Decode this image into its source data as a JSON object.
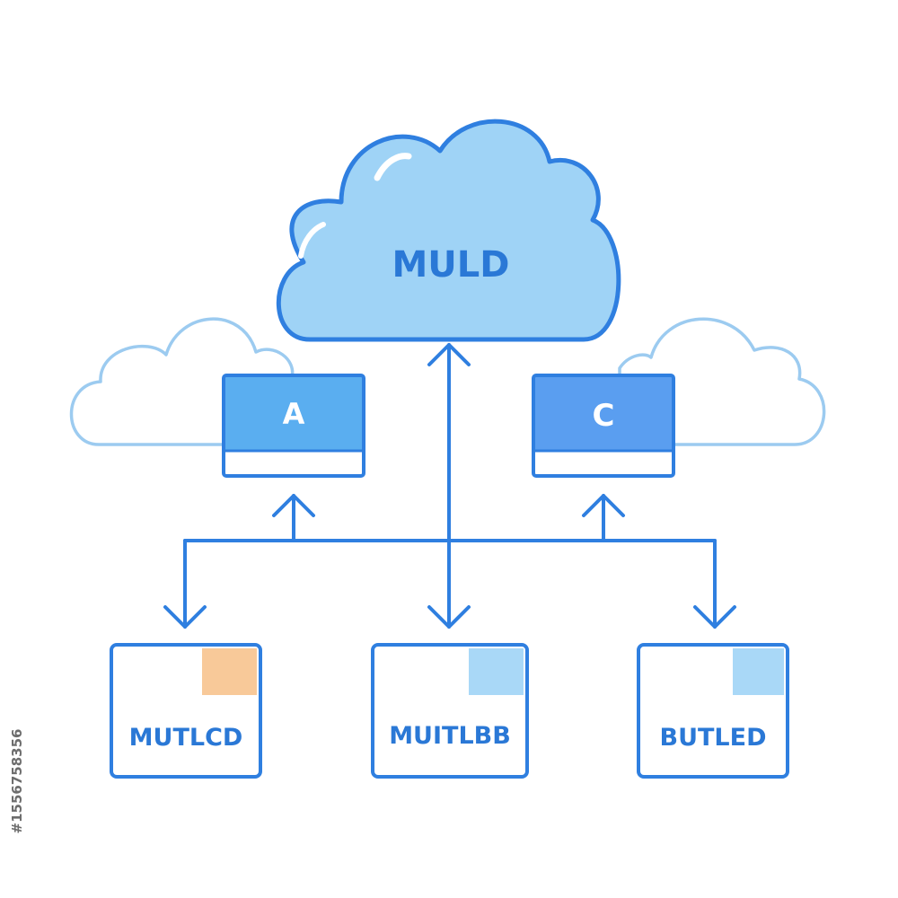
{
  "main_cloud": {
    "label": "MULD",
    "fill": "#9fd3f6",
    "stroke": "#2f7fe0"
  },
  "nodes": [
    {
      "id": "a",
      "label": "A",
      "header_color": "#5aaef0"
    },
    {
      "id": "c",
      "label": "C",
      "header_color": "#5a9ef0"
    }
  ],
  "boxes": [
    {
      "id": "left",
      "label": "MUTLCD",
      "corner_color": "#f8c999"
    },
    {
      "id": "center",
      "label": "MUITLBB",
      "corner_color": "#a9d8f7"
    },
    {
      "id": "right",
      "label": "BUTLED",
      "corner_color": "#a9d8f7"
    }
  ],
  "colors": {
    "line": "#2f7fe0",
    "text": "#2a78d6",
    "outline_cloud": "#9ccbf0"
  },
  "side_id": "#1556758356"
}
